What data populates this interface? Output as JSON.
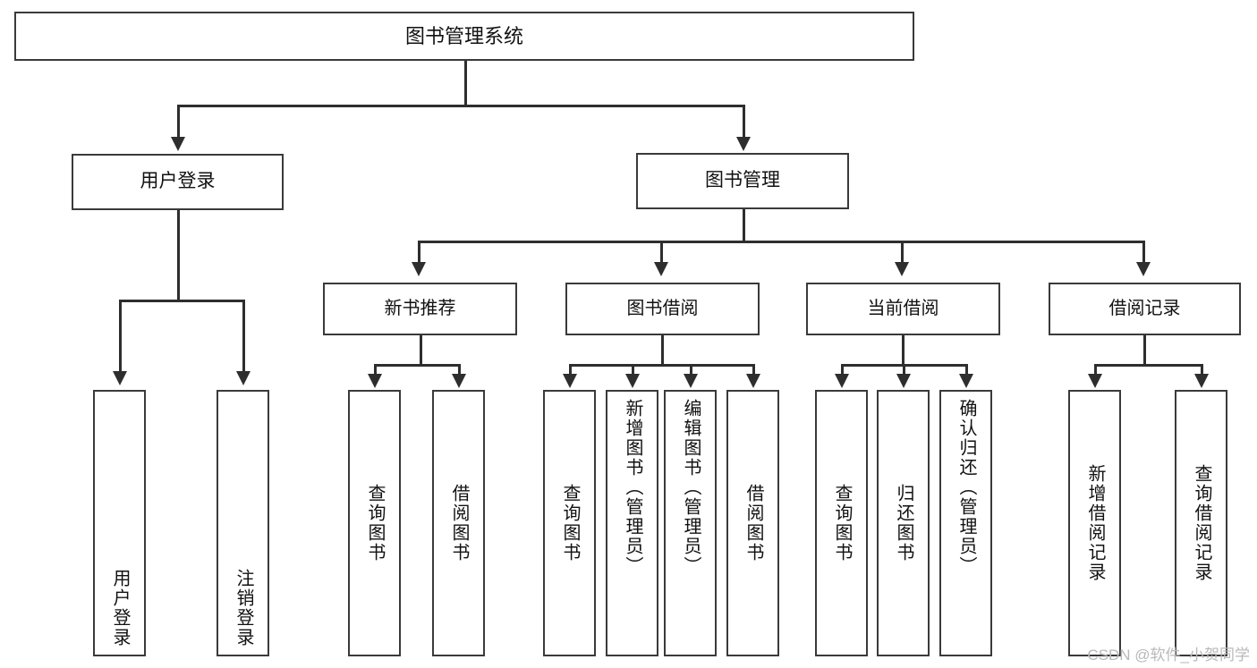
{
  "diagram": {
    "type": "tree",
    "title": "图书管理系统",
    "root": {
      "label": "图书管理系统"
    },
    "level2": [
      {
        "label": "用户登录"
      },
      {
        "label": "图书管理"
      }
    ],
    "level3": [
      {
        "label": "新书推荐"
      },
      {
        "label": "图书借阅"
      },
      {
        "label": "当前借阅"
      },
      {
        "label": "借阅记录"
      }
    ],
    "leaves": {
      "user_login": [
        {
          "label": "用户登录"
        },
        {
          "label": "注销登录"
        }
      ],
      "new_book_recommend": [
        {
          "label": "查询图书"
        },
        {
          "label": "借阅图书"
        }
      ],
      "book_borrow": [
        {
          "label": "查询图书"
        },
        {
          "label": "新增图书（管理员）"
        },
        {
          "label": "编辑图书（管理员）"
        },
        {
          "label": "借阅图书"
        }
      ],
      "current_borrow": [
        {
          "label": "查询图书"
        },
        {
          "label": "归还图书"
        },
        {
          "label": "确认归还（管理员）"
        }
      ],
      "borrow_record": [
        {
          "label": "新增借阅记录"
        },
        {
          "label": "查询借阅记录"
        }
      ]
    }
  },
  "watermark": {
    "text": "CSDN @软件_小贺同学"
  },
  "colors": {
    "border": "#3a3a3a",
    "connector": "#2e2e2e",
    "background": "#ffffff",
    "text": "#111111",
    "watermark": "#b9b9b9"
  }
}
